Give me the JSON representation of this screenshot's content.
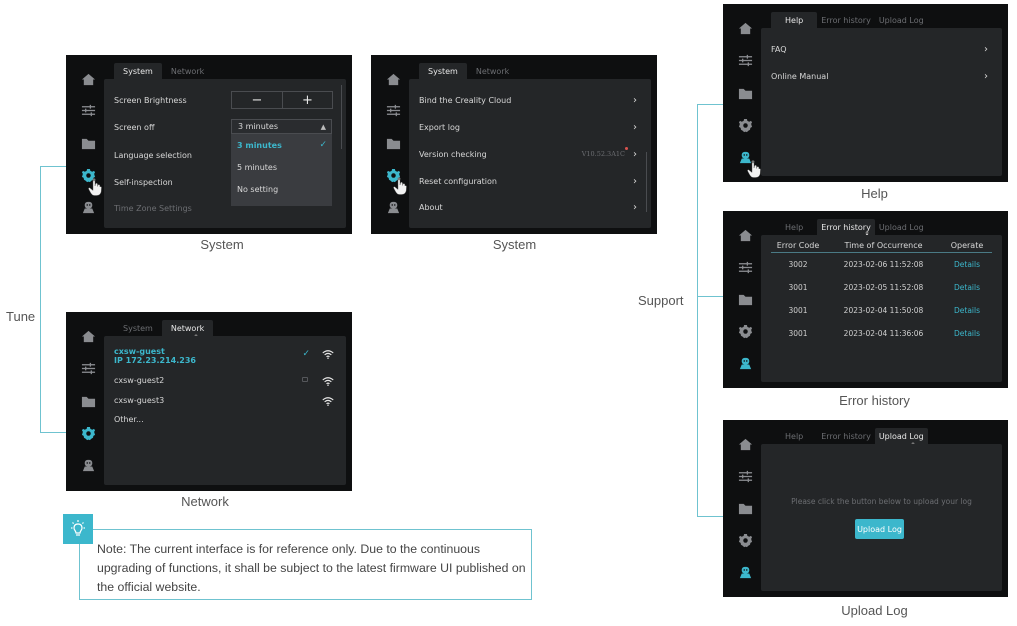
{
  "colors": {
    "accent": "#3cb7cc",
    "screen_bg": "#0e0f10",
    "panel_bg": "#242628",
    "connector": "#6fc3d0",
    "badge_red": "#d9534f"
  },
  "groups": {
    "tune": "Tune",
    "support": "Support"
  },
  "sidebar_icons": [
    "home-icon",
    "tune-sliders-icon",
    "folder-icon",
    "gear-icon",
    "support-robot-icon"
  ],
  "system1": {
    "caption": "System",
    "tabs": [
      "System",
      "Network"
    ],
    "active_tab": 0,
    "rows": [
      "Screen Brightness",
      "Screen off",
      "Language selection",
      "Self-inspection",
      "Time Zone Settings"
    ],
    "brightness": {
      "minus": "−",
      "plus": "+"
    },
    "dropdown": {
      "value": "3 minutes",
      "options": [
        "3 minutes",
        "5 minutes",
        "No setting"
      ],
      "selected": 0
    }
  },
  "system2": {
    "caption": "System",
    "tabs": [
      "System",
      "Network"
    ],
    "active_tab": 0,
    "rows": [
      "Bind the Creality Cloud",
      "Export log",
      "Version checking",
      "Reset configuration",
      "About"
    ],
    "version": "V10.52.3A1C"
  },
  "network": {
    "caption": "Network",
    "tabs": [
      "System",
      "Network"
    ],
    "active_tab": 1,
    "networks": [
      {
        "ssid": "cxsw-guest",
        "ip": "IP  172.23.214.236",
        "connected": true
      },
      {
        "ssid": "cxsw-guest2",
        "locked": true
      },
      {
        "ssid": "cxsw-guest3"
      },
      {
        "ssid": "Other..."
      }
    ]
  },
  "help": {
    "caption": "Help",
    "tabs": [
      "Help",
      "Error history",
      "Upload Log"
    ],
    "active_tab": 0,
    "rows": [
      "FAQ",
      "Online Manual"
    ]
  },
  "errors": {
    "caption": "Error history",
    "tabs": [
      "Help",
      "Error history",
      "Upload Log"
    ],
    "active_tab": 1,
    "columns": [
      "Error Code",
      "Time of Occurrence",
      "Operate"
    ],
    "rows": [
      {
        "code": "3002",
        "time": "2023-02-06  11:52:08",
        "action": "Details"
      },
      {
        "code": "3001",
        "time": "2023-02-05  11:52:08",
        "action": "Details"
      },
      {
        "code": "3001",
        "time": "2023-02-04  11:50:08",
        "action": "Details"
      },
      {
        "code": "3001",
        "time": "2023-02-04  11:36:06",
        "action": "Details"
      }
    ]
  },
  "upload": {
    "caption": "Upload Log",
    "tabs": [
      "Help",
      "Error history",
      "Upload Log"
    ],
    "active_tab": 2,
    "message": "Please click the button below to upload your log",
    "button": "Upload Log"
  },
  "note": {
    "text": "Note: The current interface is for reference only. Due to the continuous upgrading of functions, it shall be subject to the latest firmware UI published on the official website."
  }
}
